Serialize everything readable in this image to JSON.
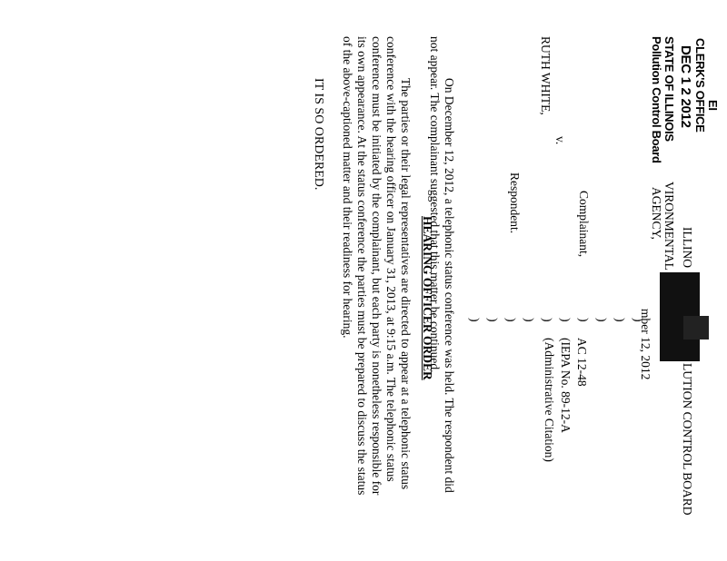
{
  "stamp": {
    "code": "EI",
    "office": "CLERK'S OFFICE",
    "date": "DEC 1 2 2012",
    "state_line": "STATE OF ILLINOIS",
    "board_line": "Pollution Control Board"
  },
  "header": {
    "board_left": "ILLINO",
    "board_right": "LUTION CONTROL BOARD",
    "date_fragment": "mber 12, 2012"
  },
  "caption": {
    "complainant_line1_suffix": "VIRONMENTAL",
    "complainant_line2_suffix": "AGENCY,",
    "complainant_role": "Complainant,",
    "versus": "v.",
    "respondent_name": "RUTH WHITE,",
    "respondent_role": "Respondent.",
    "case_no": "AC 12-48",
    "iepa_no": "(IEPA No. 89-12-A",
    "case_type": "(Administrative Citation)"
  },
  "title": "HEARING OFFICER ORDER",
  "body": {
    "p1_l1": "On December 12, 2012, a telephonic status conference was held.  The respondent did",
    "p1_l2": "not appear.  The complainant suggested that this matter be continued.",
    "p2_l1": "The parties or their legal representatives are directed to appear at a telephonic status",
    "p2_l2": "conference with the hearing officer on January 31, 2013, at 9:15 a.m. The telephonic status",
    "p2_l3": "conference must be initiated by the complainant, but each party is nonetheless responsible for",
    "p2_l4": "its own appearance.  At the status conference the parties must be prepared to discuss the status",
    "p2_l5": "of the above-captioned matter and their readiness for hearing.",
    "closing": "IT IS SO ORDERED."
  }
}
